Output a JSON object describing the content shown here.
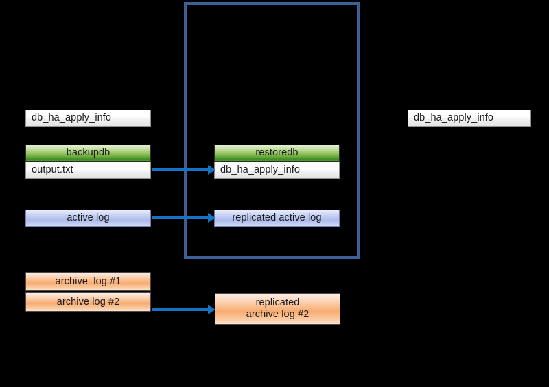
{
  "diagram": {
    "type": "replication-flow",
    "background_color": "#000000",
    "region_border_color": "#3b5f96",
    "arrow_color": "#1572c4"
  },
  "nodes": {
    "source_apply_info": {
      "label": "db_ha_apply_info",
      "style": "white",
      "align": "left"
    },
    "backupdb": {
      "label": "backupdb",
      "style": "green",
      "align": "center"
    },
    "output_txt": {
      "label": "output.txt",
      "style": "white",
      "align": "left"
    },
    "active_log": {
      "label": "active log",
      "style": "blue",
      "align": "center"
    },
    "archive_log_1": {
      "label": "archive  log #1",
      "style": "orange",
      "align": "center"
    },
    "archive_log_2": {
      "label": "archive log #2",
      "style": "orange",
      "align": "center"
    },
    "restoredb": {
      "label": "restoredb",
      "style": "green",
      "align": "center"
    },
    "target_apply_info": {
      "label": "db_ha_apply_info",
      "style": "white",
      "align": "left"
    },
    "replicated_active_log": {
      "label": "replicated active log",
      "style": "blue",
      "align": "center"
    },
    "replicated_archive_log": {
      "line1": "replicated",
      "line2": "archive log #2",
      "style": "orange",
      "align": "center"
    },
    "right_apply_info": {
      "label": "db_ha_apply_info",
      "style": "white",
      "align": "left"
    }
  }
}
